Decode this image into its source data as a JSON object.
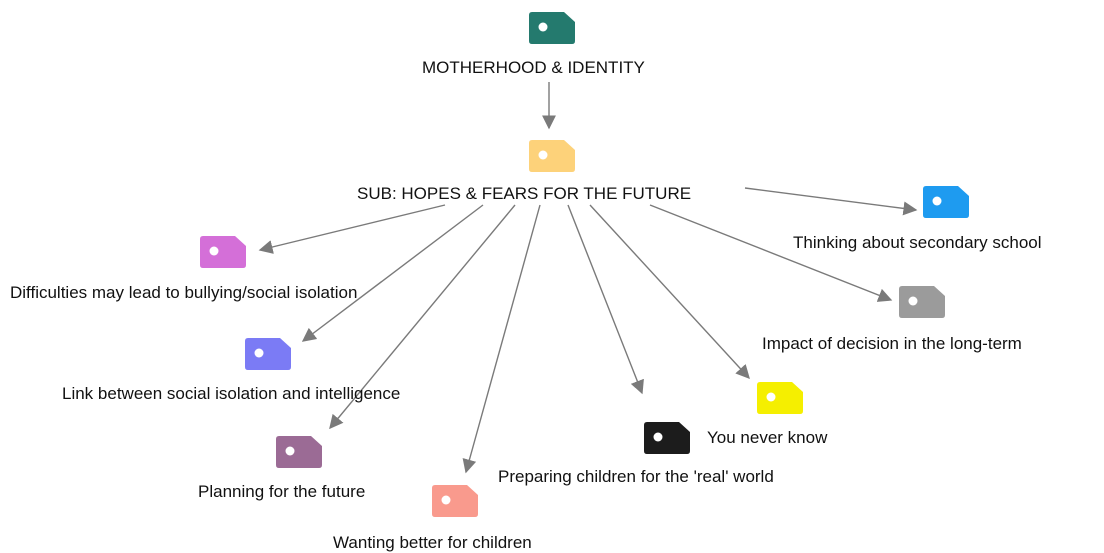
{
  "diagram": {
    "nodes": [
      {
        "id": "root",
        "label": "MOTHERHOOD & IDENTITY",
        "color": "#247a6e",
        "icon": "tag-icon"
      },
      {
        "id": "sub",
        "label": "SUB: HOPES & FEARS FOR THE FUTURE",
        "color": "#fdd27a",
        "icon": "tag-icon"
      },
      {
        "id": "secondary",
        "label": "Thinking about secondary school",
        "color": "#1e9bf0",
        "icon": "tag-icon"
      },
      {
        "id": "bullying",
        "label": "Difficulties may lead to bullying/social isolation",
        "color": "#d46fd8",
        "icon": "tag-icon"
      },
      {
        "id": "longterm",
        "label": "Impact of decision in the long-term",
        "color": "#9b9b9b",
        "icon": "tag-icon"
      },
      {
        "id": "intelligence",
        "label": "Link between social isolation and intelligence",
        "color": "#7b7bf5",
        "icon": "tag-icon"
      },
      {
        "id": "neverknow",
        "label": "You never know",
        "color": "#f5ef00",
        "icon": "tag-icon"
      },
      {
        "id": "realworld",
        "label": "Preparing children for the 'real' world",
        "color": "#1c1c1c",
        "icon": "tag-icon"
      },
      {
        "id": "planning",
        "label": "Planning for the future",
        "color": "#9b6b95",
        "icon": "tag-icon"
      },
      {
        "id": "better",
        "label": "Wanting better for children",
        "color": "#f99a8d",
        "icon": "tag-icon"
      }
    ],
    "edges": [
      {
        "from": "root",
        "to": "sub"
      },
      {
        "from": "sub",
        "to": "secondary"
      },
      {
        "from": "sub",
        "to": "bullying"
      },
      {
        "from": "sub",
        "to": "longterm"
      },
      {
        "from": "sub",
        "to": "intelligence"
      },
      {
        "from": "sub",
        "to": "neverknow"
      },
      {
        "from": "sub",
        "to": "realworld"
      },
      {
        "from": "sub",
        "to": "planning"
      },
      {
        "from": "sub",
        "to": "better"
      }
    ],
    "edge_color": "#7a7a7a"
  }
}
